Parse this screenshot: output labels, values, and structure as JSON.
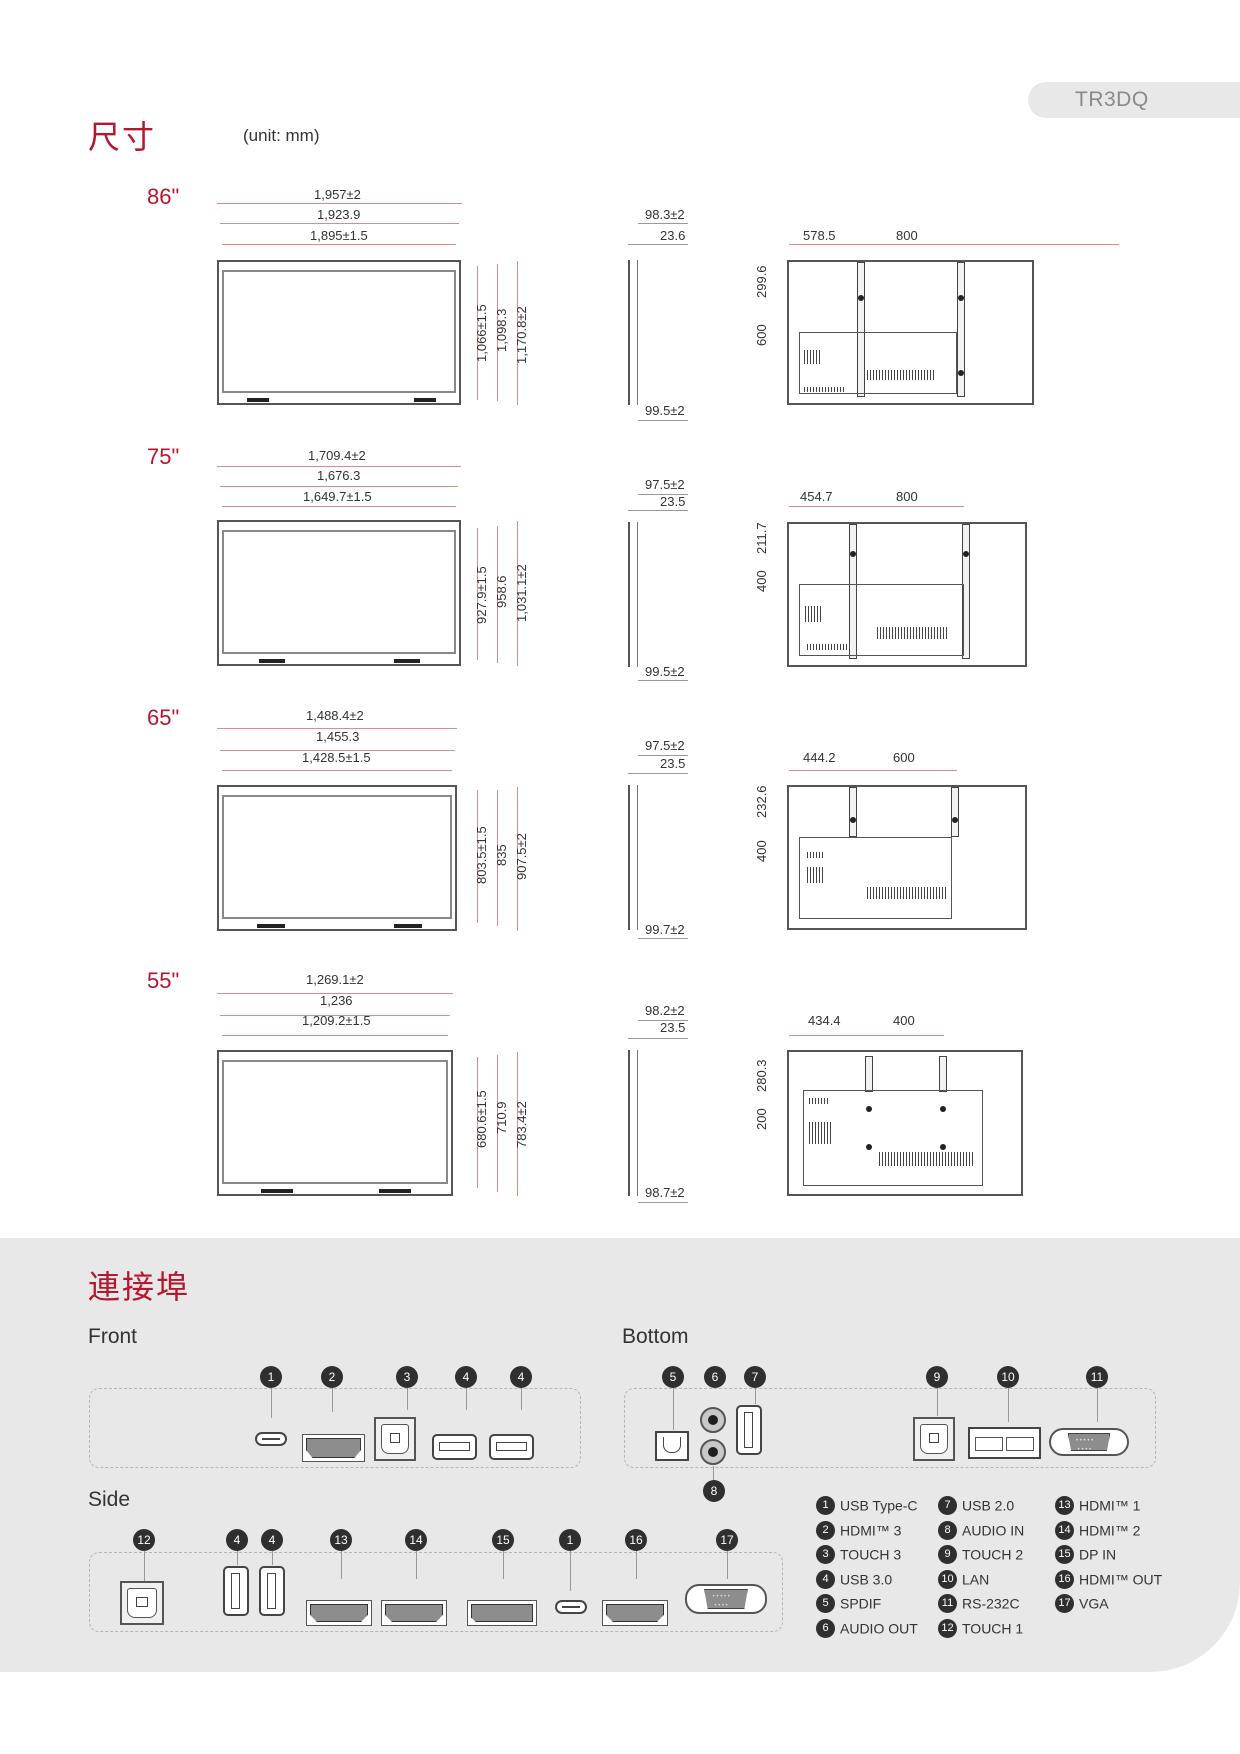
{
  "header": {
    "model": "TR3DQ"
  },
  "dimensions": {
    "title": "尺寸",
    "unit": "(unit: mm)",
    "models": [
      {
        "size": "86\"",
        "front": {
          "overall_width": "1,957±2",
          "bezel_width": "1,923.9",
          "active_width": "1,895±1.5",
          "active_height": "1,066±1.5",
          "bezel_height": "1,098.3",
          "overall_height": "1,170.8±2"
        },
        "side": {
          "top_depth": "98.3±2",
          "thin_depth": "23.6",
          "bottom_depth": "99.5±2"
        },
        "back": {
          "left_offset": "578.5",
          "vesa_h": "800",
          "top_offset": "299.6",
          "vesa_v": "600"
        }
      },
      {
        "size": "75\"",
        "front": {
          "overall_width": "1,709.4±2",
          "bezel_width": "1,676.3",
          "active_width": "1,649.7±1.5",
          "active_height": "927.9±1.5",
          "bezel_height": "958.6",
          "overall_height": "1,031.1±2"
        },
        "side": {
          "top_depth": "97.5±2",
          "thin_depth": "23.5",
          "bottom_depth": "99.5±2"
        },
        "back": {
          "left_offset": "454.7",
          "vesa_h": "800",
          "top_offset": "211.7",
          "vesa_v": "400"
        }
      },
      {
        "size": "65\"",
        "front": {
          "overall_width": "1,488.4±2",
          "bezel_width": "1,455.3",
          "active_width": "1,428.5±1.5",
          "active_height": "803.5±1.5",
          "bezel_height": "835",
          "overall_height": "907.5±2"
        },
        "side": {
          "top_depth": "97.5±2",
          "thin_depth": "23.5",
          "bottom_depth": "99.7±2"
        },
        "back": {
          "left_offset": "444.2",
          "vesa_h": "600",
          "top_offset": "232.6",
          "vesa_v": "400"
        }
      },
      {
        "size": "55\"",
        "front": {
          "overall_width": "1,269.1±2",
          "bezel_width": "1,236",
          "active_width": "1,209.2±1.5",
          "active_height": "680.6±1.5",
          "bezel_height": "710.9",
          "overall_height": "783.4±2"
        },
        "side": {
          "top_depth": "98.2±2",
          "thin_depth": "23.5",
          "bottom_depth": "98.7±2"
        },
        "back": {
          "left_offset": "434.4",
          "vesa_h": "400",
          "top_offset": "280.3",
          "vesa_v": "200"
        }
      }
    ]
  },
  "ports": {
    "title": "連接埠",
    "front": {
      "label": "Front",
      "items": [
        "1",
        "2",
        "3",
        "4",
        "4"
      ]
    },
    "bottom": {
      "label": "Bottom",
      "items": [
        "5",
        "6",
        "7",
        "8",
        "9",
        "10",
        "11"
      ]
    },
    "side": {
      "label": "Side",
      "items": [
        "12",
        "4",
        "4",
        "13",
        "14",
        "15",
        "1",
        "16",
        "17"
      ]
    },
    "legend": [
      {
        "num": "1",
        "label": "USB Type-C"
      },
      {
        "num": "2",
        "label": "HDMI™ 3"
      },
      {
        "num": "3",
        "label": "TOUCH 3"
      },
      {
        "num": "4",
        "label": "USB 3.0"
      },
      {
        "num": "5",
        "label": "SPDIF"
      },
      {
        "num": "6",
        "label": "AUDIO OUT"
      },
      {
        "num": "7",
        "label": "USB 2.0"
      },
      {
        "num": "8",
        "label": "AUDIO IN"
      },
      {
        "num": "9",
        "label": "TOUCH 2"
      },
      {
        "num": "10",
        "label": "LAN"
      },
      {
        "num": "11",
        "label": "RS-232C"
      },
      {
        "num": "12",
        "label": "TOUCH 1"
      },
      {
        "num": "13",
        "label": "HDMI™ 1"
      },
      {
        "num": "14",
        "label": "HDMI™ 2"
      },
      {
        "num": "15",
        "label": "DP IN"
      },
      {
        "num": "16",
        "label": "HDMI™ OUT"
      },
      {
        "num": "17",
        "label": "VGA"
      }
    ]
  }
}
